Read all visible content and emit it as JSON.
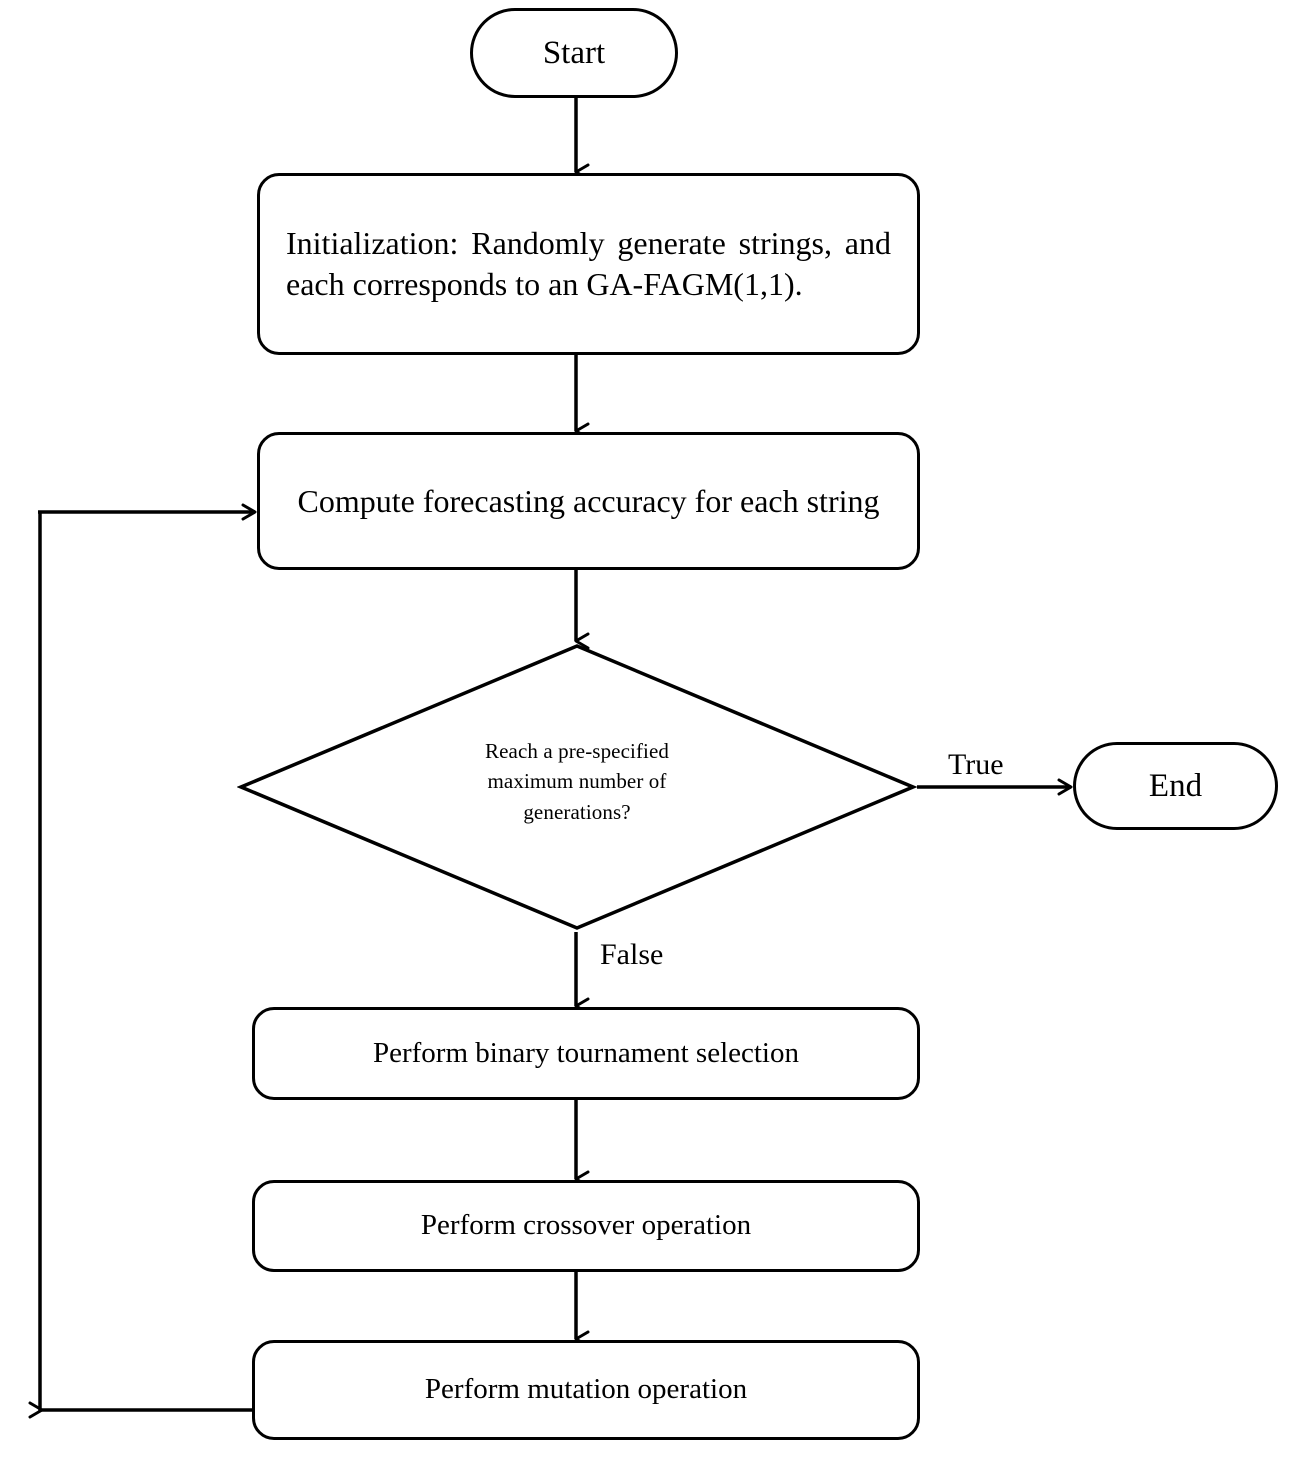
{
  "diagram": {
    "title": "GA-FAGM(1,1) genetic algorithm flowchart",
    "stroke_color": "#000000",
    "background_color": "#ffffff"
  },
  "nodes": {
    "start": {
      "label": "Start",
      "shape": "stadium"
    },
    "initialization": {
      "label": "Initialization: Randomly generate strings, and each corresponds to an GA-FAGM(1,1).",
      "shape": "rounded-rectangle"
    },
    "compute": {
      "label": "Compute forecasting accuracy for each string",
      "shape": "rounded-rectangle"
    },
    "decision": {
      "line1": "Reach a pre-specified",
      "line2": "maximum number of",
      "line3": "generations?",
      "shape": "diamond"
    },
    "end": {
      "label": "End",
      "shape": "stadium"
    },
    "selection": {
      "label": "Perform binary tournament selection",
      "shape": "rounded-rectangle"
    },
    "crossover": {
      "label": "Perform crossover operation",
      "shape": "rounded-rectangle"
    },
    "mutation": {
      "label": "Perform mutation operation",
      "shape": "rounded-rectangle"
    }
  },
  "edges": {
    "true_label": "True",
    "false_label": "False"
  }
}
